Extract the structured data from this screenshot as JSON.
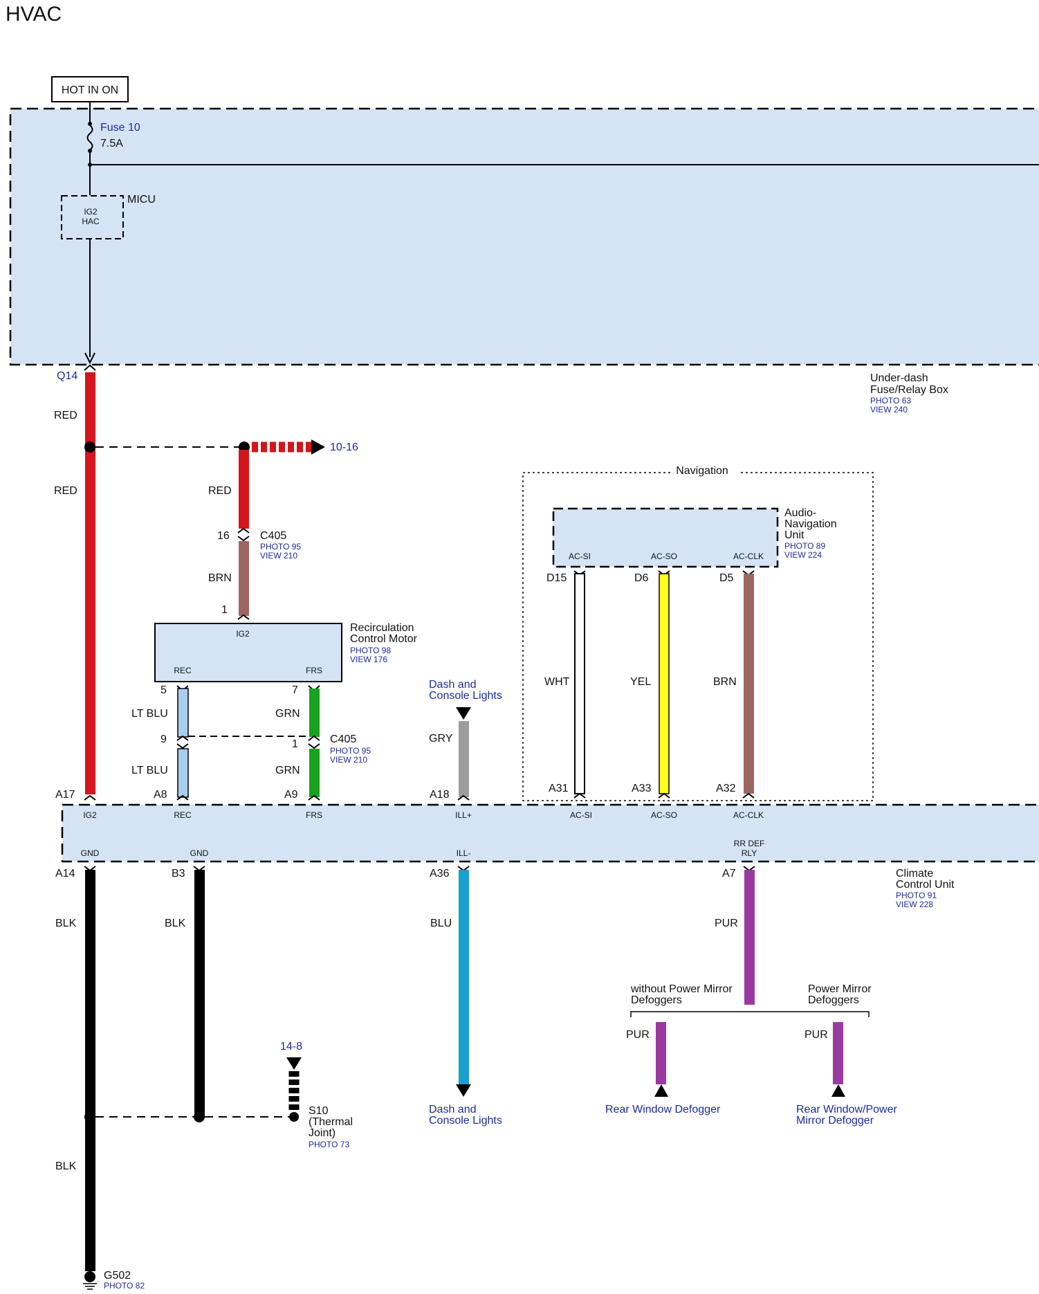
{
  "page_title": "HVAC",
  "power_source": "HOT IN ON",
  "fuse": {
    "name": "Fuse 10",
    "rating": "7.5A"
  },
  "micu": {
    "name": "MICU",
    "line1": "IG2",
    "line2": "HAC"
  },
  "fuse_box": {
    "terminal": "Q14",
    "name_line1": "Under-dash",
    "name_line2": "Fuse/Relay Box",
    "photo": "PHOTO 63",
    "view": "VIEW 240"
  },
  "wires": {
    "red_upper": "RED",
    "red_main": "RED",
    "red_branch": "RED",
    "brn_c405": "BRN",
    "lt_blu_upper": "LT BLU",
    "lt_blu_lower": "LT BLU",
    "grn_upper": "GRN",
    "grn_lower": "GRN",
    "gry": "GRY",
    "wht": "WHT",
    "yel": "YEL",
    "brn_nav": "BRN",
    "blk_a14": "BLK",
    "blk_b3": "BLK",
    "blk_ground": "BLK",
    "blu": "BLU",
    "pur_main": "PUR",
    "pur_left": "PUR",
    "pur_right": "PUR"
  },
  "refs": {
    "branch_ref": "10-16",
    "splice_ref": "14-8"
  },
  "c405_top": {
    "name": "C405",
    "photo": "PHOTO 95",
    "view": "VIEW 210",
    "pin_top": "16",
    "pin_bottom": "1"
  },
  "c405_mid": {
    "name": "C405",
    "photo": "PHOTO 95",
    "view": "VIEW 210",
    "pin_left_top": "9",
    "pin_right_bottom": "1"
  },
  "recirc_motor": {
    "name_line1": "Recirculation",
    "name_line2": "Control Motor",
    "photo": "PHOTO 98",
    "view": "VIEW 176",
    "ig2": "IG2",
    "rec": "REC",
    "frs": "FRS",
    "pin_rec": "5",
    "pin_frs": "7"
  },
  "navigation": {
    "group_label": "Navigation",
    "unit_line1": "Audio-",
    "unit_line2": "Navigation",
    "unit_line3": "Unit",
    "photo": "PHOTO 89",
    "view": "VIEW 224",
    "pins": [
      {
        "name": "AC-SI",
        "connector": "D15"
      },
      {
        "name": "AC-SO",
        "connector": "D6"
      },
      {
        "name": "AC-CLK",
        "connector": "D5"
      }
    ]
  },
  "dash_lights_top": {
    "line1": "Dash and",
    "line2": "Console Lights"
  },
  "dash_lights_bottom": {
    "line1": "Dash and",
    "line2": "Console Lights"
  },
  "climate_unit": {
    "name_line1": "Climate",
    "name_line2": "Control Unit",
    "photo": "PHOTO 91",
    "view": "VIEW 228",
    "top_pins": [
      {
        "connector": "A17",
        "name": "IG2"
      },
      {
        "connector": "A8",
        "name": "REC"
      },
      {
        "connector": "A9",
        "name": "FRS"
      },
      {
        "connector": "A18",
        "name": "ILL+"
      },
      {
        "connector": "A31",
        "name": "AC-SI"
      },
      {
        "connector": "A33",
        "name": "AC-SO"
      },
      {
        "connector": "A32",
        "name": "AC-CLK"
      }
    ],
    "bottom_pins": [
      {
        "connector": "A14",
        "name": "GND"
      },
      {
        "connector": "B3",
        "name": "GND"
      },
      {
        "connector": "A36",
        "name": "ILL-"
      },
      {
        "connector": "A7",
        "name_line1": "RR DEF",
        "name_line2": "RLY"
      }
    ]
  },
  "options": {
    "left_line1": "without Power Mirror",
    "left_line2": "Defoggers",
    "right_line1": "Power Mirror",
    "right_line2": "Defoggers"
  },
  "rear_window_defogger": "Rear Window Defogger",
  "rear_mirror_defogger": {
    "line1": "Rear Window/Power",
    "line2": "Mirror Defogger"
  },
  "s10": {
    "line1": "S10",
    "line2": "(Thermal",
    "line3": "Joint)",
    "photo": "PHOTO 73"
  },
  "ground": {
    "name": "G502",
    "photo": "PHOTO 82"
  },
  "colors": {
    "red": "#d4151b",
    "brown": "#9e6660",
    "light_blue": "#a9cdee",
    "green": "#17a31e",
    "gray": "#9d9d9d",
    "yellow": "#ffff1e",
    "black": "#000000",
    "blue": "#1a9fd1",
    "purple": "#9a3aa1",
    "box_fill": "#d4e4f5",
    "link": "#1c2a9c"
  }
}
